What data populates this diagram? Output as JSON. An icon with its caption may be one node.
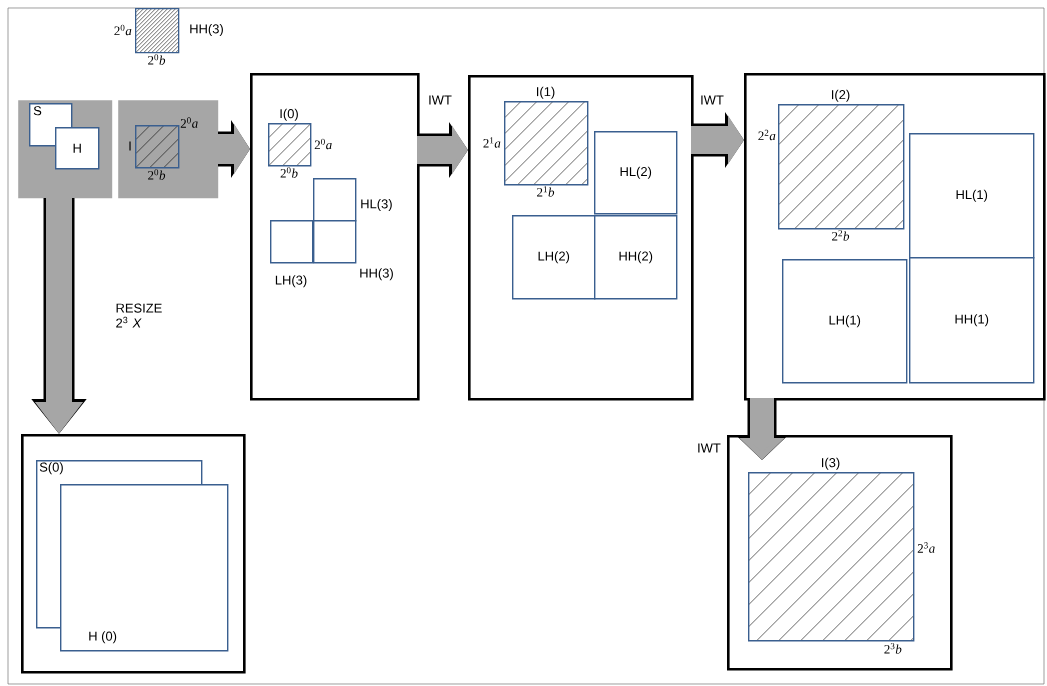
{
  "diagram": {
    "nodes": [
      {
        "text": [
          "HH(3)"
        ],
        "beside": [
          "2$^{0}$*a*",
          "2$^{0}$*b*"
        ]
      },
      {
        "text": [],
        "shape": "box"
      },
      {
        "text": [
          "S"
        ],
        "in": 1
      },
      {
        "text": [
          "H"
        ],
        "in": 1
      },
      {
        "text": [],
        "shape": "box"
      },
      {
        "text": [
          "I"
        ],
        "in": 4,
        "beside": [
          "2$^{0}$*a*",
          "2$^{0}$*b*"
        ]
      },
      {
        "text": [],
        "shape": "box"
      },
      {
        "text": [
          "I(0)"
        ],
        "in": 6,
        "beside": [
          "2$^{0}$*a*",
          "2$^{0}$*b*"
        ]
      },
      {
        "text": [
          "HL(3)"
        ],
        "in": 6
      },
      {
        "text": [
          "LH(3)"
        ],
        "in": 6
      },
      {
        "text": [
          "HH(3)"
        ],
        "in": 6
      },
      {
        "text": [],
        "shape": "box"
      },
      {
        "text": [
          "I(1)"
        ],
        "in": 11,
        "beside": [
          "2$^{1}$*a*",
          "2$^{1}$*b*"
        ]
      },
      {
        "text": [
          "HL(2)"
        ],
        "in": 11
      },
      {
        "text": [
          "LH(2)"
        ],
        "in": 11
      },
      {
        "text": [
          "HH(2)"
        ],
        "in": 11
      },
      {
        "text": [],
        "shape": "box"
      },
      {
        "text": [
          "I(2)"
        ],
        "in": 16,
        "beside": [
          "2$^{2}$*a*",
          "2$^{2}$*b*"
        ]
      },
      {
        "text": [
          "HL(1)"
        ],
        "in": 16
      },
      {
        "text": [
          "LH(1)"
        ],
        "in": 16
      },
      {
        "text": [
          "HH(1)"
        ],
        "in": 16
      },
      {
        "text": [],
        "shape": "box"
      },
      {
        "text": [
          "S(0)"
        ],
        "in": 21
      },
      {
        "text": [
          "H (0)"
        ],
        "in": 21
      },
      {
        "text": [],
        "shape": "box"
      },
      {
        "text": [
          "I(3)"
        ],
        "in": 24,
        "beside": [
          "2$^{3}$*a*",
          "2$^{3}$*b*"
        ]
      }
    ],
    "edges": [
      {
        "from": 1,
        "to": 21,
        "arrow": "to",
        "label": "RESIZE 2$^{3}$ *X*"
      },
      {
        "from": 4,
        "to": 6,
        "arrow": "to"
      },
      {
        "from": 6,
        "to": 11,
        "arrow": "to",
        "label": "IWT"
      },
      {
        "from": 11,
        "to": 16,
        "arrow": "to",
        "label": "IWT"
      },
      {
        "from": 16,
        "to": 24,
        "arrow": "to",
        "label": "IWT"
      }
    ]
  }
}
